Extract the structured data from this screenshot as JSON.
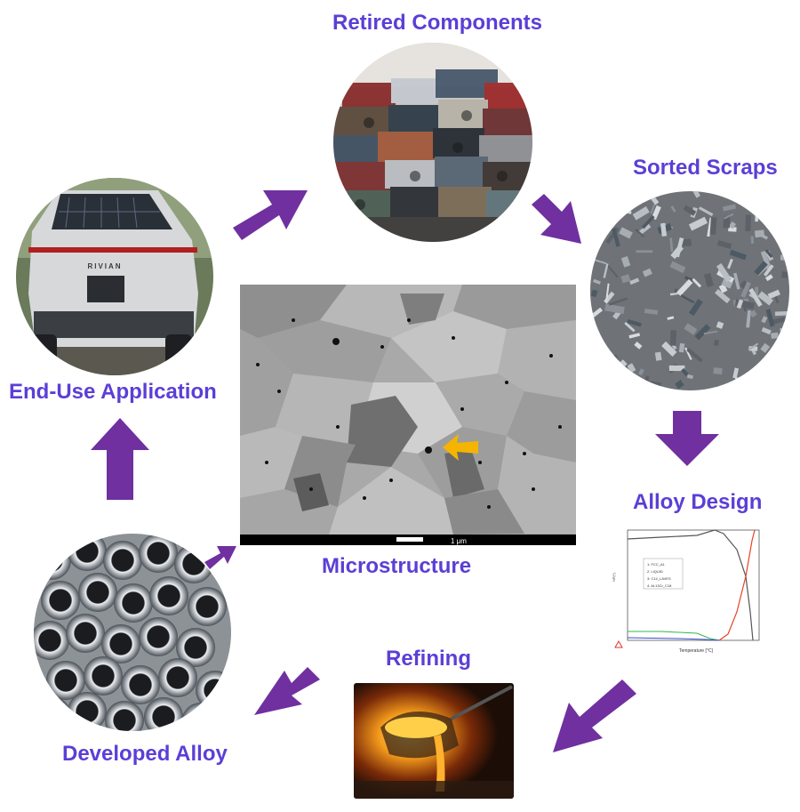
{
  "stages": {
    "retired": "Retired Components",
    "sorted": "Sorted Scraps",
    "alloy_design": "Alloy Design",
    "refining": "Refining",
    "developed": "Developed Alloy",
    "end_use": "End-Use Application",
    "micro": "Microstructure"
  },
  "scale_bar": "1 μm",
  "car_brand": "RIVIAN",
  "colors": {
    "label": "#5b3fd6",
    "arrow": "#7030a0",
    "pointer": "#f5b400"
  },
  "plot": {
    "x_label": "Temperature [°C]",
    "y_label": "NP(*)",
    "legend": [
      "1: FCC_A1",
      "2: LIQUID",
      "3: C14_LAVES",
      "4: AL13Cr_C18"
    ]
  }
}
